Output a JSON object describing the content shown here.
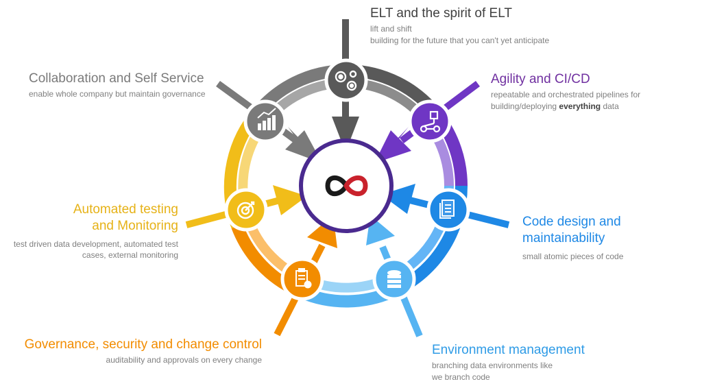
{
  "colors": {
    "gray": "#7a7a7a",
    "dark_gray": "#595959",
    "purple": "#6f36c4",
    "blue": "#1e88e5",
    "light_blue": "#56b4f2",
    "orange": "#f28c00",
    "yellow": "#f1bd19",
    "center_ring": "#4a2a8f",
    "logo_red": "#c9222c",
    "logo_black": "#1a1a1a"
  },
  "center": {
    "icon": "infinity-logo-icon"
  },
  "pillars": [
    {
      "id": "elt",
      "title": "ELT and the spirit of ELT",
      "subtitle_lines": [
        "lift and shift",
        "building for the future that you can't yet anticipate"
      ],
      "icon": "gears-icon",
      "color": "#595959"
    },
    {
      "id": "agility",
      "title": "Agility and CI/CD",
      "subtitle_lines": [
        "repeatable and orchestrated pipelines for"
      ],
      "subtitle_extra": {
        "before": "building/deploying ",
        "emphasis": "everything",
        "after": " data"
      },
      "icon": "pipeline-icon",
      "color": "#6f36c4"
    },
    {
      "id": "code",
      "title_lines": [
        "Code design and",
        "maintainability"
      ],
      "subtitle_lines": [
        "small atomic pieces of code"
      ],
      "icon": "document-icon",
      "color": "#1e88e5"
    },
    {
      "id": "env",
      "title": "Environment management",
      "subtitle_lines": [
        "branching data environments like",
        "we branch code"
      ],
      "icon": "database-icon",
      "color": "#56b4f2"
    },
    {
      "id": "governance",
      "title": "Governance, security and change control",
      "subtitle_lines": [
        "auditability and approvals on every change"
      ],
      "icon": "clipboard-check-icon",
      "color": "#f28c00"
    },
    {
      "id": "testing",
      "title_lines": [
        "Automated testing",
        "and Monitoring"
      ],
      "subtitle_lines": [
        "test driven data development,  automated test",
        "cases, external monitoring"
      ],
      "icon": "target-icon",
      "color": "#f1bd19"
    },
    {
      "id": "collab",
      "title": "Collaboration and Self Service",
      "subtitle_lines": [
        "enable whole company but maintain governance"
      ],
      "icon": "bar-chart-icon",
      "color": "#7a7a7a"
    }
  ]
}
